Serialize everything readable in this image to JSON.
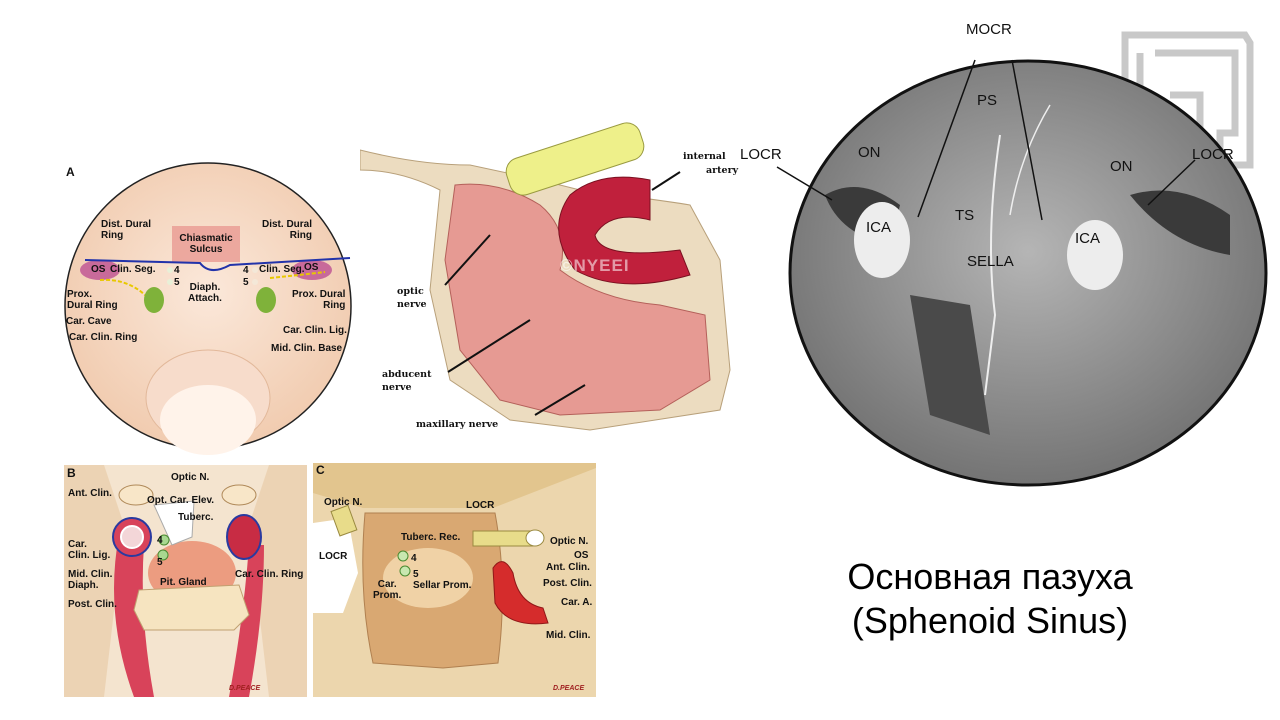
{
  "slide": {
    "title_line1": "Основная пазуха",
    "title_line2": "(Sphenoid Sinus)"
  },
  "panel_a": {
    "letter": "A",
    "labels": [
      "Dist. Dural\nRing",
      "Chiasmatic\nSulcus",
      "Dist. Dural\nRing",
      "OS",
      "Clin. Seg.",
      "4",
      "5",
      "Diaph.\nAttach.",
      "4",
      "5",
      "Clin. Seg.",
      "OS",
      "Prox.\nDural Ring",
      "Prox. Dural\nRing",
      "Car. Cave",
      "Car. Clin. Ring",
      "Car. Clin. Lig.",
      "Mid. Clin. Base"
    ]
  },
  "panel_b": {
    "letter": "B",
    "labels": [
      "Optic N.",
      "Ant. Clin.",
      "Opt. Car. Elev.",
      "Tuberc.",
      "4",
      "5",
      "Car.\nClin. Lig.",
      "Mid. Clin.",
      "Diaph.",
      "Pit. Gland",
      "Car. Clin. Ring",
      "Post. Clin."
    ],
    "signature": "D.PEACE"
  },
  "panel_c": {
    "letter": "C",
    "labels": [
      "Optic N.",
      "LOCR",
      "Tuberc. Rec.",
      "Optic N.",
      "LOCR",
      "OS",
      "4",
      "5",
      "Ant. Clin.",
      "Car.\nProm.",
      "Sellar Prom.",
      "Post. Clin.",
      "Car. A.",
      "Mid. Clin."
    ],
    "signature": "D.PEACE"
  },
  "panel_middle": {
    "labels": [
      "internal",
      "artery",
      "optic\nnerve",
      "abducent\nnerve",
      "maxillary nerve"
    ],
    "watermark": "©NYEEI"
  },
  "panel_endoscopic": {
    "labels": [
      "MOCR",
      "PS",
      "LOCR",
      "ON",
      "ON",
      "LOCR",
      "ICA",
      "TS",
      "ICA",
      "SELLA"
    ],
    "logo": "IG"
  },
  "colors": {
    "artery": "#c8283c",
    "bone": "#e9d3a6",
    "tissue": "#f2c4b0",
    "endo_gray": "#8a8a8a"
  }
}
